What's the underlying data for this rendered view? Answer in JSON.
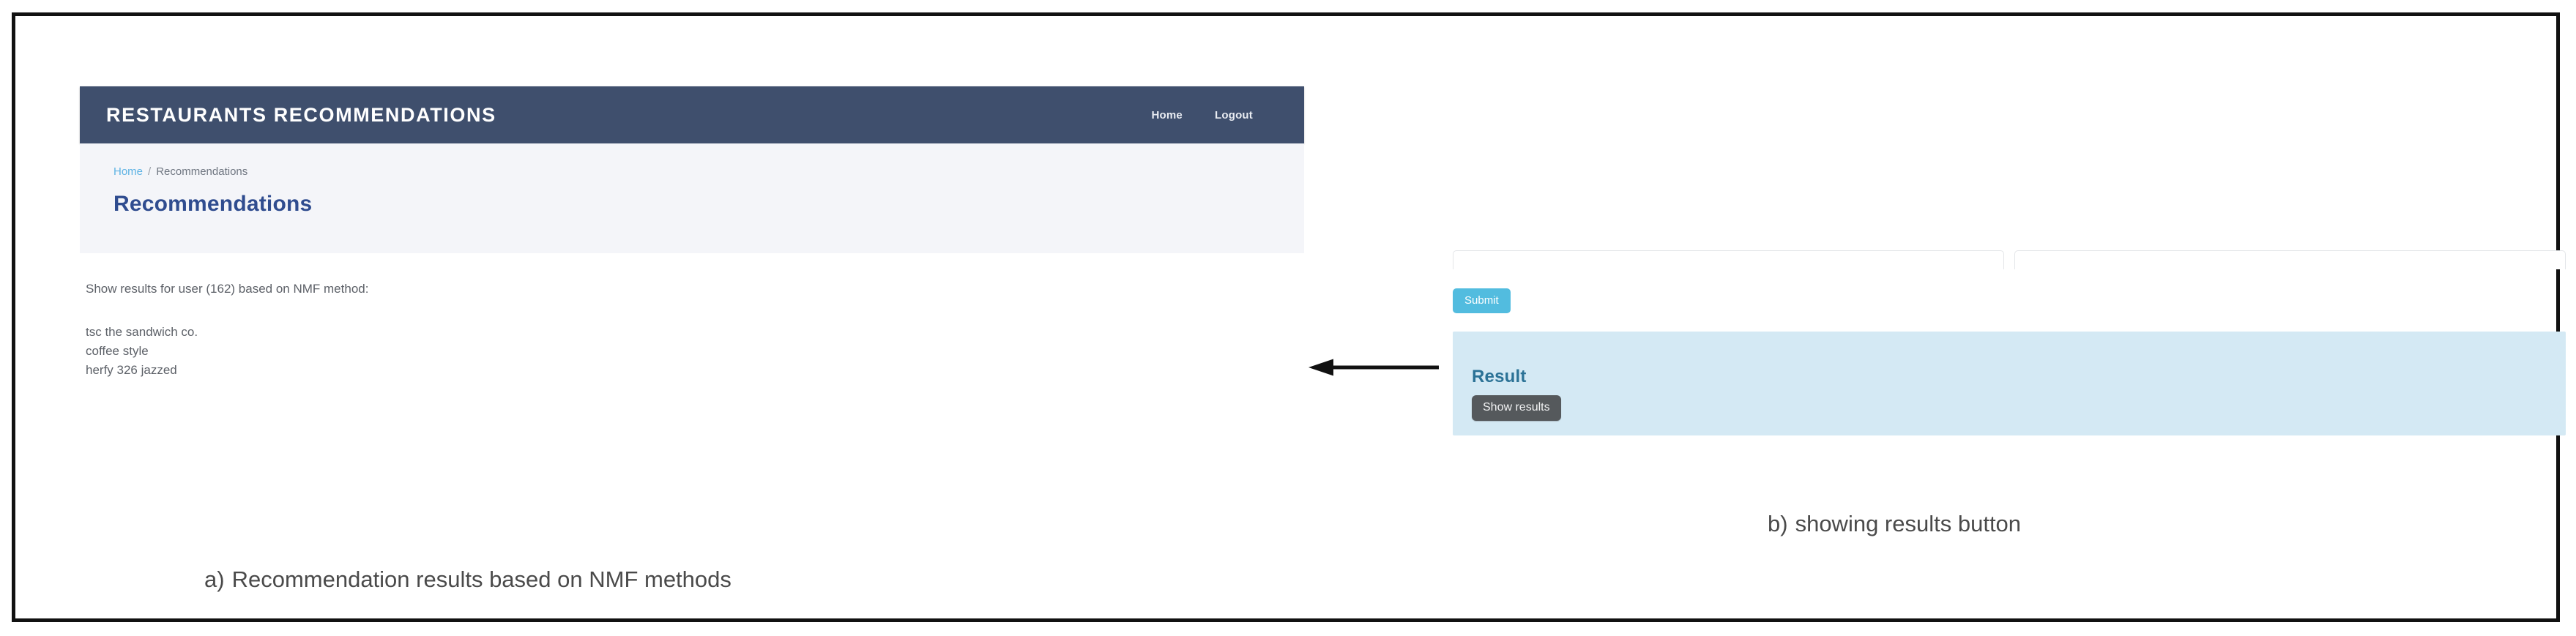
{
  "panel_a": {
    "navbar": {
      "brand": "RESTAURANTS RECOMMENDATIONS",
      "links": [
        {
          "label": "Home"
        },
        {
          "label": "Logout"
        }
      ]
    },
    "breadcrumb": {
      "home": "Home",
      "separator": "/",
      "current": "Recommendations"
    },
    "page_title": "Recommendations",
    "results": {
      "intro": "Show results for user (162) based on NMF method:",
      "items": [
        "tsc the sandwich co.",
        "coffee style",
        "herfy 326 jazzed"
      ]
    }
  },
  "panel_b": {
    "inputs": [
      {
        "value": "",
        "placeholder": ""
      },
      {
        "value": "",
        "placeholder": ""
      }
    ],
    "submit_label": "Submit",
    "result_heading": "Result",
    "show_results_label": "Show results"
  },
  "captions": {
    "a": {
      "letter": "a)",
      "text": "Recommendation results based on NMF methods"
    },
    "b": {
      "letter": "b)",
      "text": "showing results button"
    }
  },
  "colors": {
    "navbar_bg": "#3f4f6d",
    "jumbotron_bg": "#f4f5f9",
    "title_blue": "#2f4c8f",
    "link_blue": "#5eb3e4",
    "submit_blue": "#52bcdf",
    "alert_bg": "#d4e9f4",
    "result_heading": "#2b7296",
    "show_results_bg": "#55595c",
    "frame_border": "#111111"
  }
}
